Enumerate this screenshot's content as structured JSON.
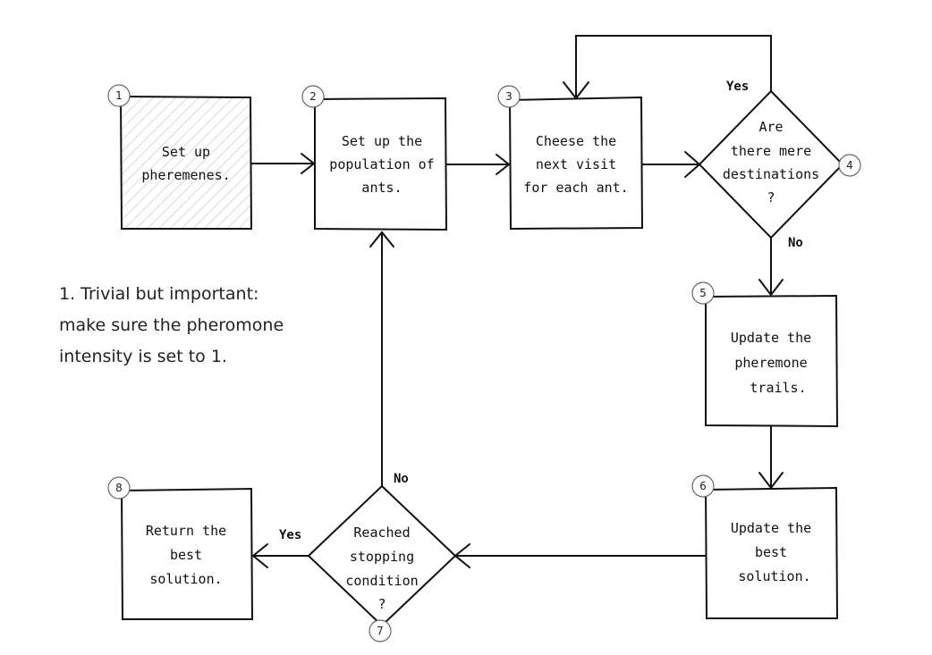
{
  "steps": {
    "s1": {
      "number": "1",
      "lines": [
        "Set up",
        "pheremenes."
      ]
    },
    "s2": {
      "number": "2",
      "lines": [
        "Set up the",
        "population of",
        "ants."
      ]
    },
    "s3": {
      "number": "3",
      "lines": [
        "Cheese the",
        "next visit",
        "for each ant."
      ]
    },
    "s4": {
      "number": "4",
      "lines": [
        "Are",
        "there mere",
        "destinations",
        "?"
      ]
    },
    "s5": {
      "number": "5",
      "lines": [
        "Update the",
        "pheremone",
        "trails."
      ]
    },
    "s6": {
      "number": "6",
      "lines": [
        "Update the",
        "best",
        "solution."
      ]
    },
    "s7": {
      "number": "7",
      "lines": [
        "Reached",
        "stopping",
        "condition",
        "?"
      ]
    },
    "s8": {
      "number": "8",
      "lines": [
        "Return the",
        "best",
        "solution."
      ]
    }
  },
  "edge_labels": {
    "d4_yes": "Yes",
    "d4_no": "No",
    "d7_no": "No",
    "d7_yes": "Yes"
  },
  "note": {
    "lines": [
      "1. Trivial but important:",
      "make sure the pheromone",
      "intensity is set to 1."
    ]
  }
}
